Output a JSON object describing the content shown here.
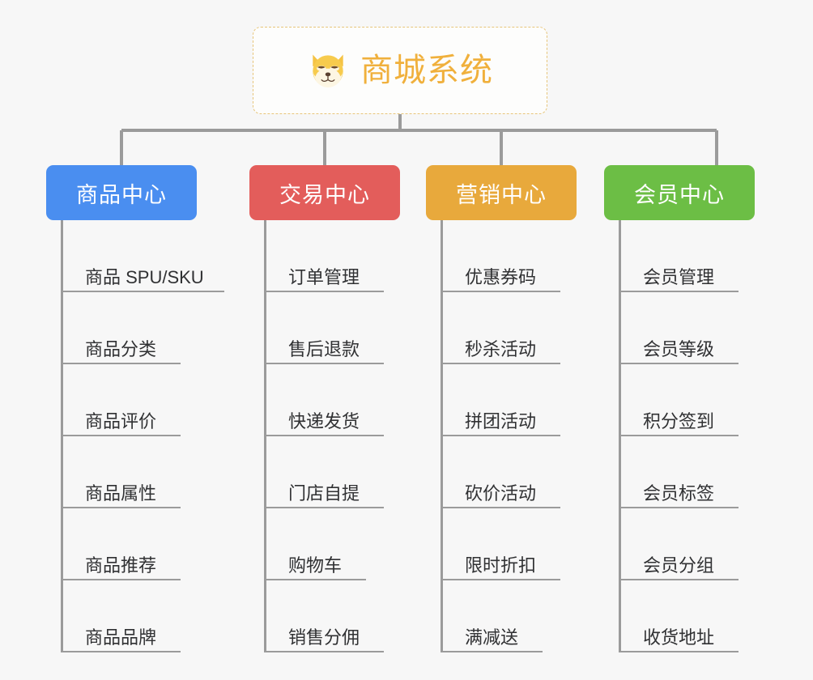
{
  "diagram": {
    "type": "mindmap-org-chart",
    "background_color": "#f7f7f7",
    "connector_color": "#9b9b9b",
    "root": {
      "title": "商城系统",
      "icon": "shiba-dog-emoji",
      "text_color": "#f0b03c",
      "border_color": "#e7c57a",
      "background_color": "#fdfdfc"
    },
    "branches": [
      {
        "label": "商品中心",
        "color": "#4a8ef0",
        "items": [
          "商品 SPU/SKU",
          "商品分类",
          "商品评价",
          "商品属性",
          "商品推荐",
          "商品品牌"
        ]
      },
      {
        "label": "交易中心",
        "color": "#e35d5b",
        "items": [
          "订单管理",
          "售后退款",
          "快递发货",
          "门店自提",
          "购物车",
          "销售分佣"
        ]
      },
      {
        "label": "营销中心",
        "color": "#e8a93c",
        "items": [
          "优惠券码",
          "秒杀活动",
          "拼团活动",
          "砍价活动",
          "限时折扣",
          "满减送"
        ]
      },
      {
        "label": "会员中心",
        "color": "#6cbe45",
        "items": [
          "会员管理",
          "会员等级",
          "积分签到",
          "会员标签",
          "会员分组",
          "收货地址"
        ]
      }
    ]
  }
}
